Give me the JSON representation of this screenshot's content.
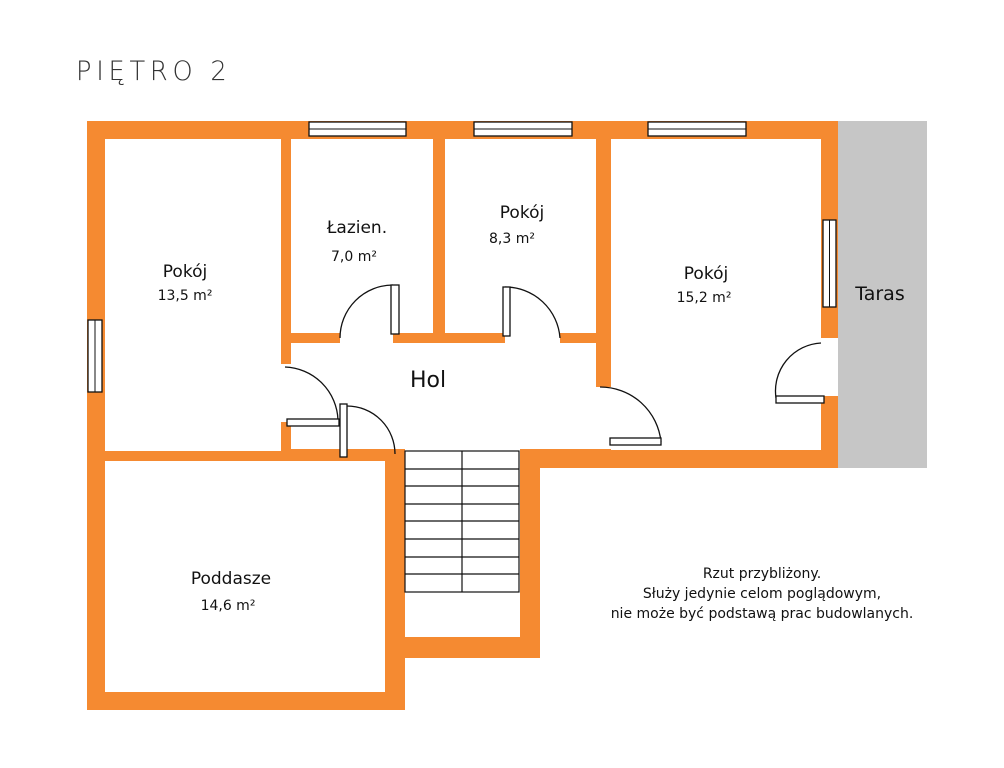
{
  "title": "PIĘTRO 2",
  "rooms": {
    "pokoj_left": {
      "name": "Pokój",
      "area": "13,5 m²"
    },
    "lazienka": {
      "name": "Łazien.",
      "area": "7,0 m²"
    },
    "pokoj_mid": {
      "name": "Pokój",
      "area": "8,3 m²"
    },
    "pokoj_right": {
      "name": "Pokój",
      "area": "15,2 m²"
    },
    "hol": {
      "name": "Hol"
    },
    "poddasze": {
      "name": "Poddasze",
      "area": "14,6 m²"
    },
    "taras": {
      "name": "Taras"
    }
  },
  "note": {
    "line1": "Rzut przybliżony.",
    "line2": "Służy jedynie celom poglądowym,",
    "line3": "nie może być podstawą prac budowlanych."
  },
  "colors": {
    "wall": "#f58a31",
    "terrace": "#c6c6c6"
  }
}
